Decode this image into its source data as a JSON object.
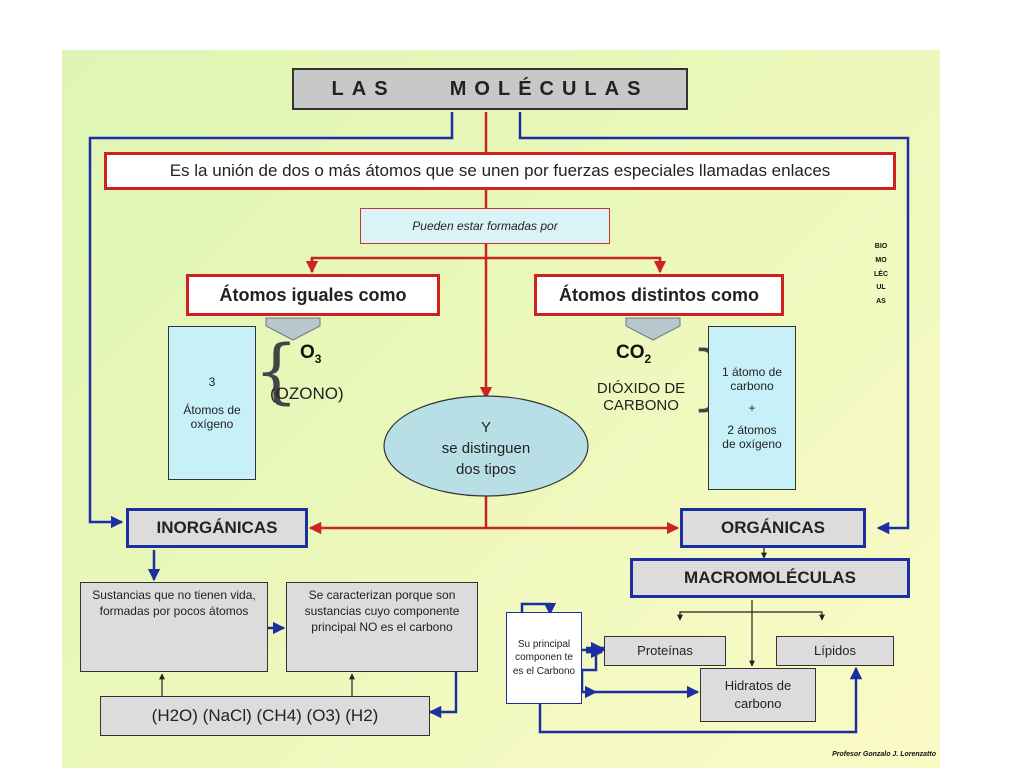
{
  "title": "LAS    MOLÉCULAS",
  "definition": "Es la unión de dos o más átomos que se unen por fuerzas especiales llamadas enlaces",
  "pueden": "Pueden estar formadas por",
  "atomos_iguales": {
    "header": "Átomos iguales  como",
    "count": "3",
    "desc": "Átomos de oxígeno",
    "formula_base": "O",
    "formula_sub": "3",
    "name": "(OZONO)"
  },
  "atomos_distintos": {
    "header": "Átomos distintos como",
    "formula_base": "CO",
    "formula_sub": "2",
    "name_line1": "DIÓXIDO DE",
    "name_line2": "CARBONO",
    "desc_line1": "1 átomo de carbono",
    "plus": "+",
    "desc_line2": "2 átomos de oxígeno"
  },
  "oval": {
    "line1": "Y",
    "line2": "se distinguen",
    "line3": "dos tipos"
  },
  "inorganicas": {
    "label": "INORGÁNICAS",
    "desc1": "Sustancias que no tienen vida, formadas por pocos átomos",
    "desc2": "Se caracterizan porque son sustancias cuyo componente principal NO es el carbono",
    "examples": "(H2O) (NaCl) (CH4) (O3) (H2)"
  },
  "organicas": {
    "label": "ORGÁNICAS",
    "macro": "MACROMOLÉCULAS",
    "su_principal": "Su principal componen te es el Carbono",
    "proteinas": "Proteínas",
    "lipidos": "Lípidos",
    "hidratos": "Hidratos de carbono"
  },
  "vertical_label": "BIOMOLÉCULAS",
  "credit": "Profesor Gonzalo J. Lorenzatto",
  "colors": {
    "red": "#cc2222",
    "blue": "#1c2fa0",
    "cyan_box": "#c8f0f8",
    "gray_box": "#dcdcdc",
    "oval": "#b9dfe6"
  }
}
